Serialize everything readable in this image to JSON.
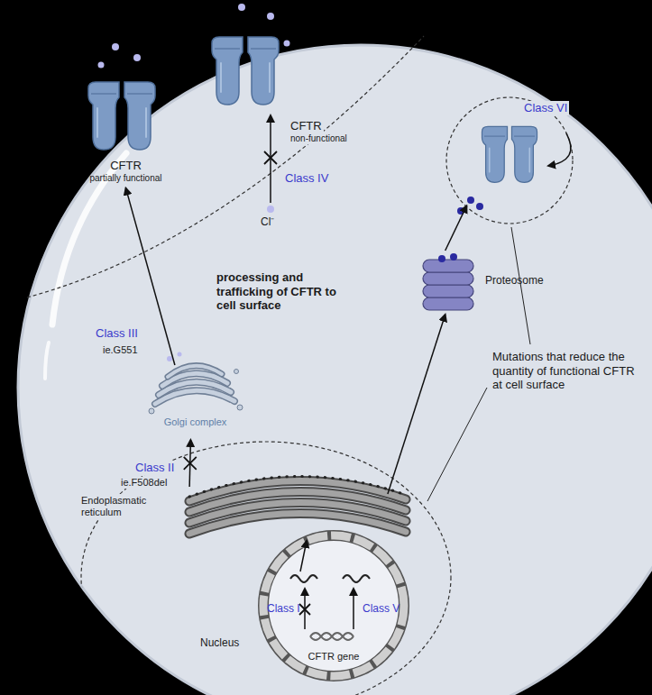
{
  "diagram": {
    "nodes": [
      {
        "text": [
          "CFTR",
          "partially functional"
        ]
      },
      {
        "text": [
          "CFTR",
          "non-functional"
        ]
      },
      {
        "text": [
          "Class VI"
        ]
      },
      {
        "text": [
          "Golgi complex"
        ]
      },
      {
        "text": [
          "Proteosome"
        ]
      },
      {
        "text": [
          "Endoplasmatic reticulum"
        ]
      },
      {
        "text": [
          "CFTR gene"
        ],
        "in": 5
      }
    ],
    "edges": [
      {
        "from": 3,
        "to": 0,
        "arrow": "to",
        "label": "Class III"
      },
      {
        "from": 5,
        "to": 3,
        "arrow": "to",
        "label": "Class II"
      },
      {
        "from": 5,
        "to": 4,
        "arrow": "to"
      },
      {
        "from": 4,
        "to": 2,
        "arrow": "to"
      }
    ],
    "labels": [
      "Cl⁻",
      "Class IV",
      "processing and trafficking of CFTR to cell surface",
      "ie.G551",
      "ie.F508del",
      "Mutations that reduce the quantity of functional CFTR at cell surface",
      "Nucleus",
      "Class I",
      "Class V"
    ]
  }
}
